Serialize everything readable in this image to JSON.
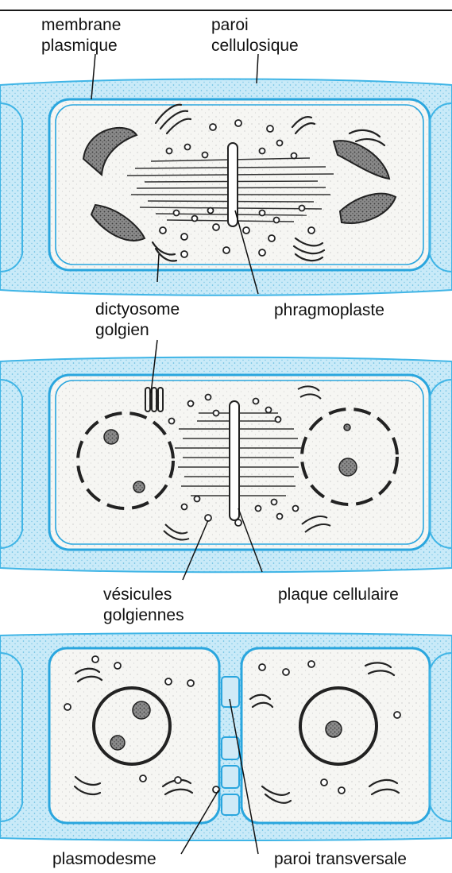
{
  "labels": {
    "membrane_plasmique": [
      "membrane",
      "plasmique"
    ],
    "paroi_cellulosique": [
      "paroi",
      "cellulosique"
    ],
    "dictyosome_golgien": [
      "dictyosome",
      "golgien"
    ],
    "phragmoplaste": "phragmoplaste",
    "vesicules_golgiennes": [
      "vésicules",
      "golgiennes"
    ],
    "plaque_cellulaire": "plaque cellulaire",
    "plasmodesme": "plasmodesme",
    "paroi_transversale": "paroi transversale"
  },
  "colors": {
    "wall_fill": "#c7e9f7",
    "wall_outline": "#3fb6e8",
    "cytoplasm": "#f4f4f1",
    "ink": "#222222"
  }
}
